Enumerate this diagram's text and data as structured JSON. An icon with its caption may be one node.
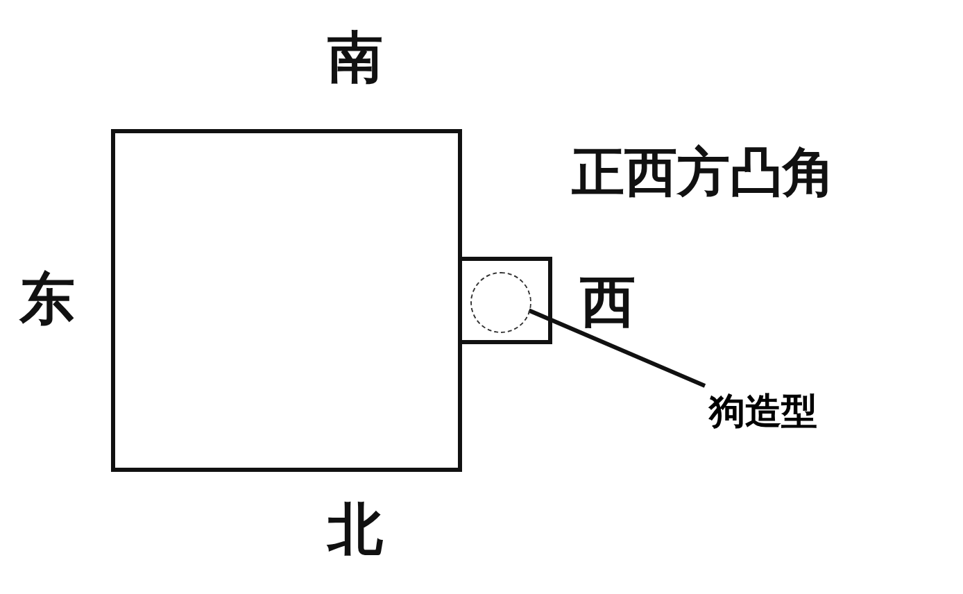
{
  "diagram": {
    "title": "正西方凸角",
    "nodes": [
      {
        "text": [],
        "shape": "box"
      },
      {
        "text": [],
        "shape": "box"
      },
      {
        "text": [],
        "shape": "circle",
        "in": 1
      },
      {
        "text": [
          "狗造型"
        ]
      }
    ],
    "edges": [
      {
        "from": 3,
        "to": 2,
        "arrow": "none"
      }
    ],
    "labels": [
      "南",
      "东",
      "西",
      "北"
    ]
  }
}
